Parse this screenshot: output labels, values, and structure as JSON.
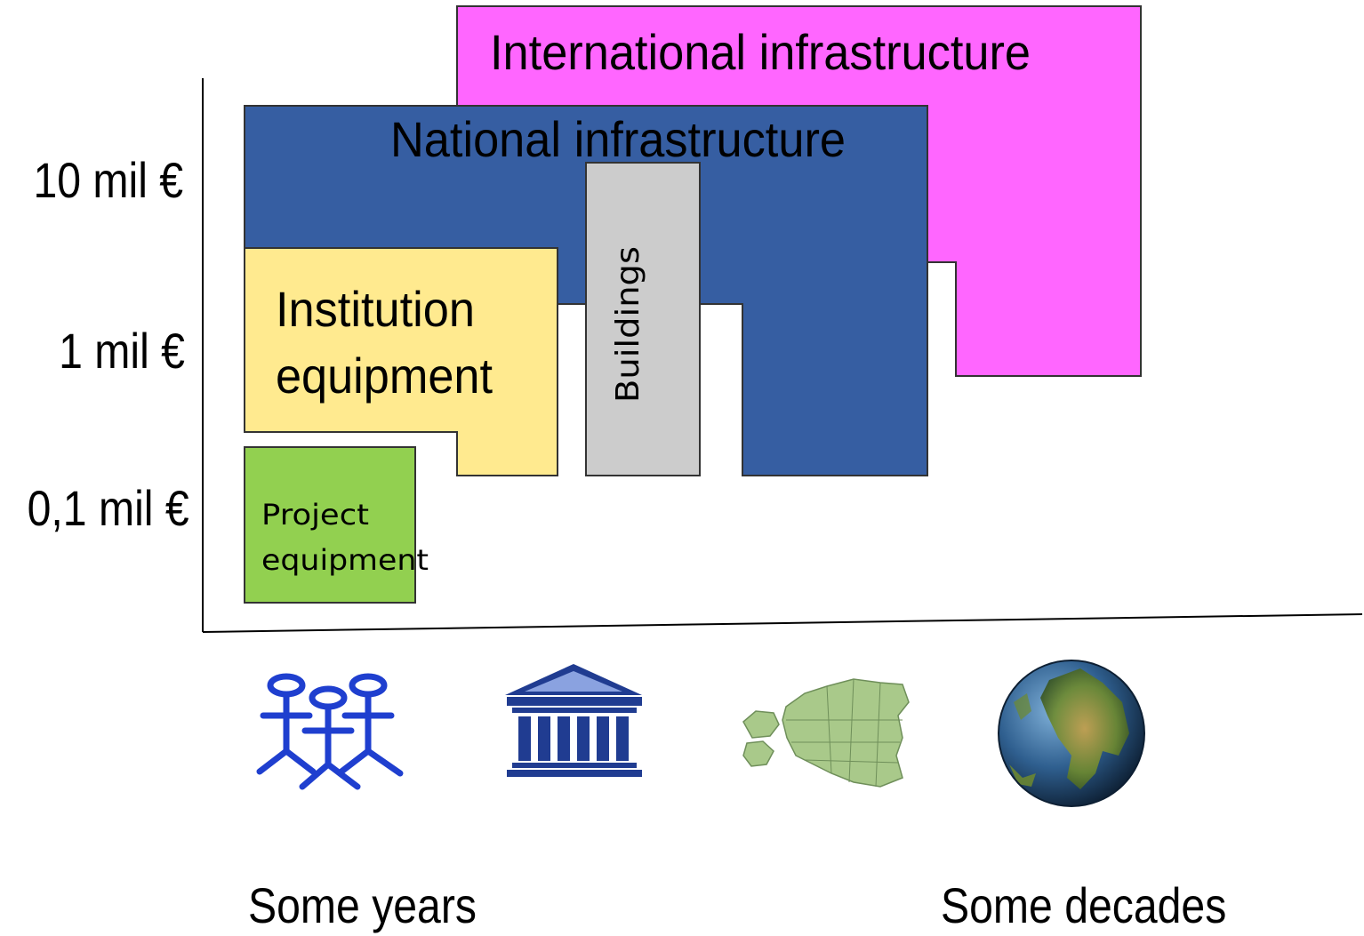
{
  "y_axis": {
    "labels": [
      "10 mil €",
      "1 mil €",
      "0,1 mil €"
    ]
  },
  "x_axis": {
    "start_label": "Some years",
    "end_label": "Some decades",
    "icons": [
      "people-icon",
      "institution-building-icon",
      "estonia-map-icon",
      "globe-icon"
    ]
  },
  "regions": {
    "international": {
      "label": "International infrastructure",
      "color": "#ff66ff"
    },
    "national": {
      "label": "National infrastructure",
      "color": "#365ea2"
    },
    "buildings": {
      "label": "Buildings",
      "color": "#cccccc"
    },
    "institution": {
      "line1": "Institution",
      "line2": "equipment",
      "color": "#ffea8f"
    },
    "project": {
      "line1": "Project",
      "line2": "equipment",
      "color": "#92d050"
    }
  }
}
